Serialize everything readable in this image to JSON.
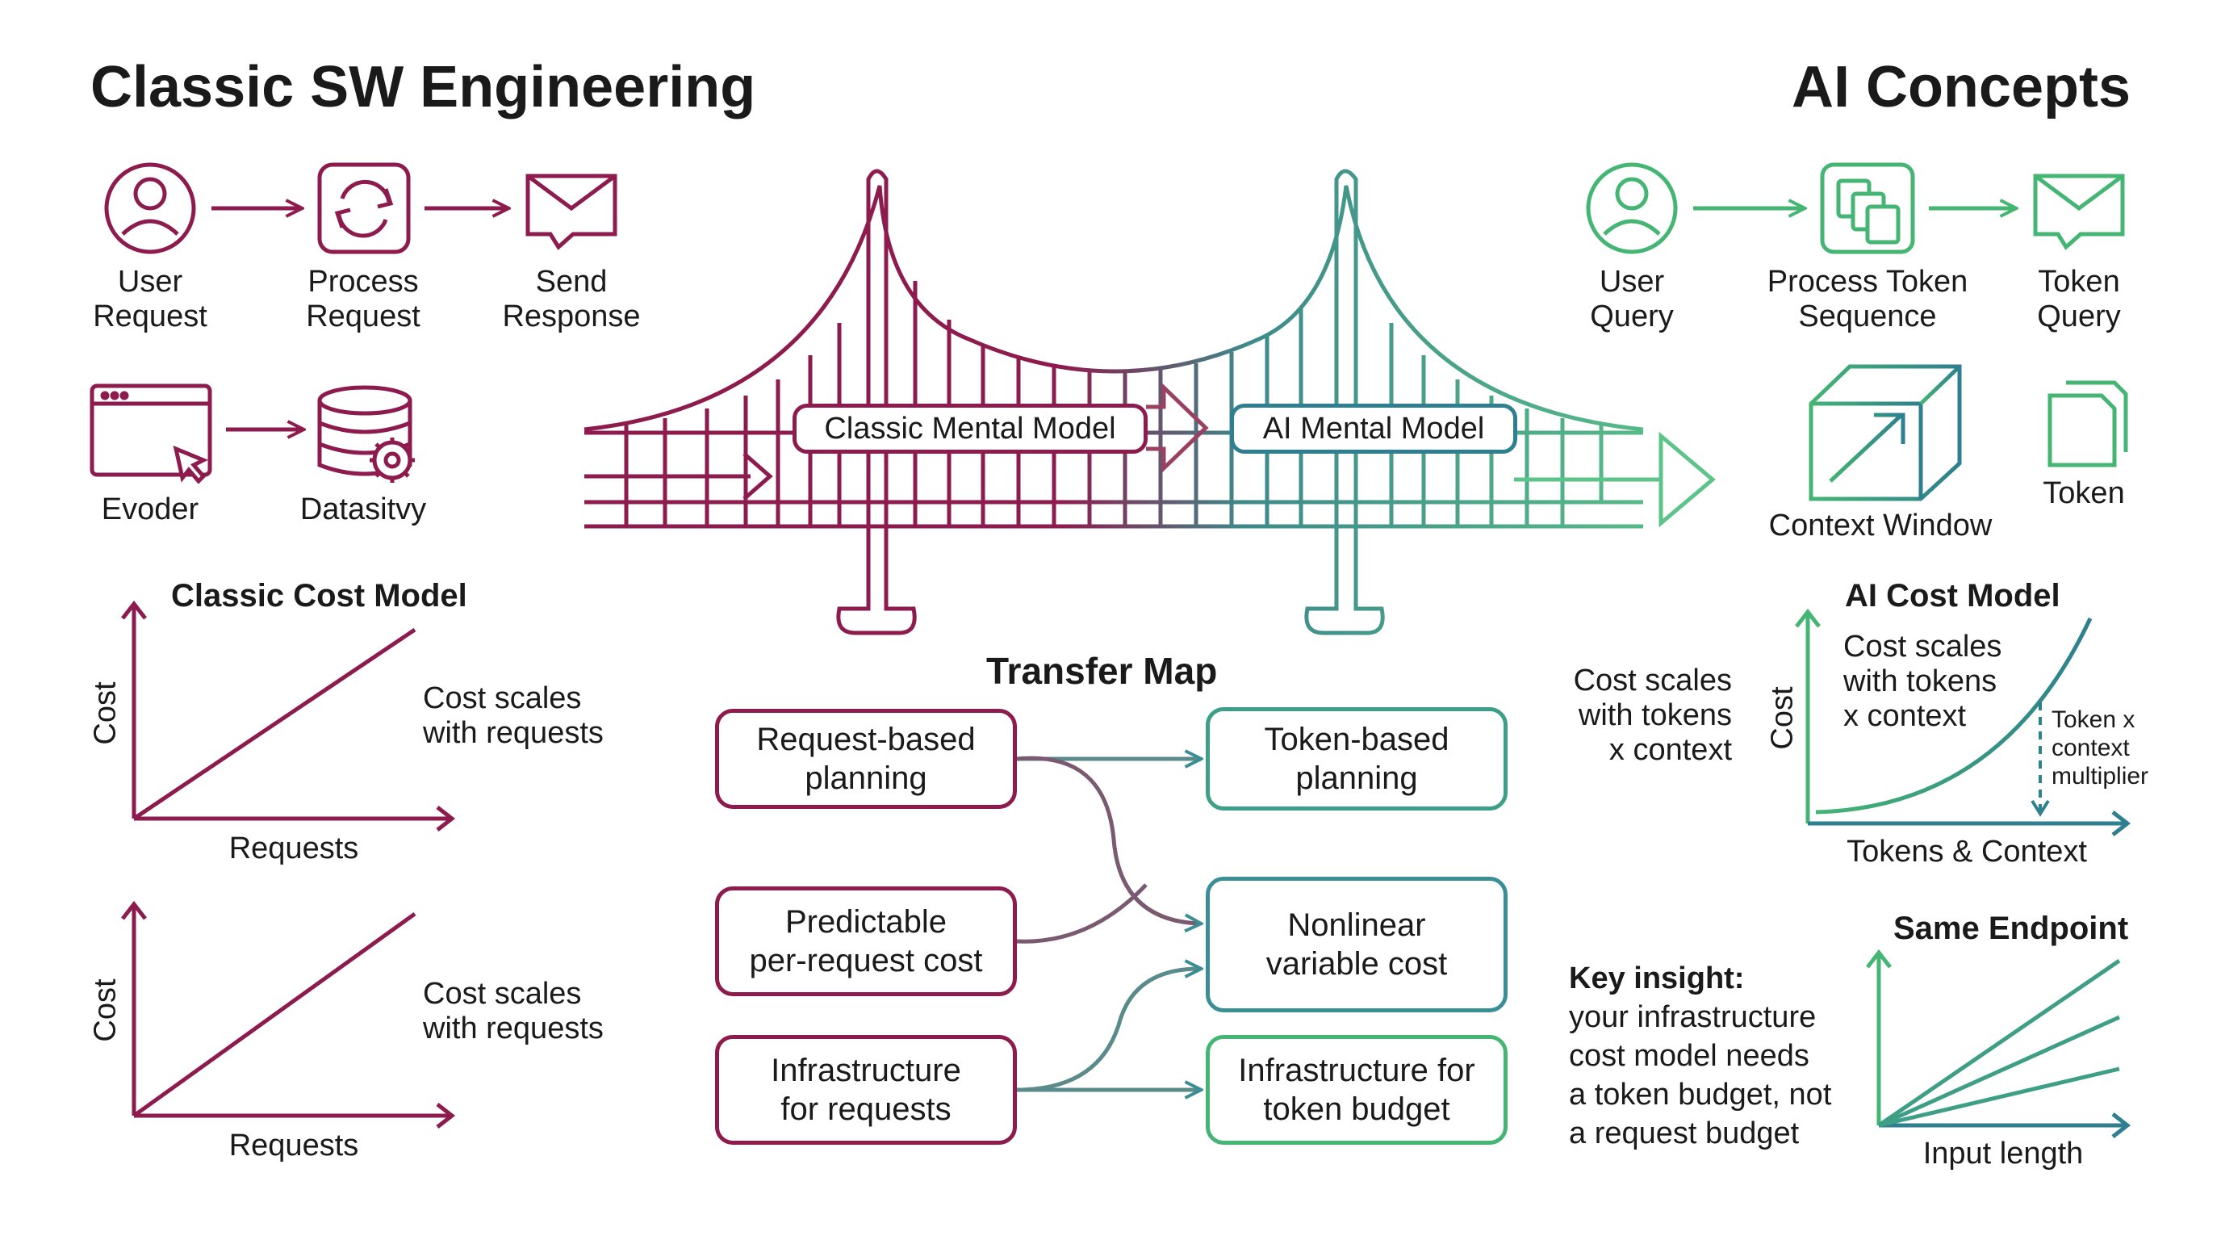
{
  "left_title": "Classic SW Engineering",
  "right_title": "AI Concepts",
  "classic_flow": [
    {
      "icon": "user-icon",
      "label": [
        "User",
        "Request"
      ]
    },
    {
      "icon": "refresh-icon",
      "label": [
        "Process",
        "Request"
      ]
    },
    {
      "icon": "envelope-icon",
      "label": [
        "Send",
        "Response"
      ]
    }
  ],
  "classic_row2": [
    {
      "icon": "browser-window-icon",
      "label": "Evoder"
    },
    {
      "icon": "database-gear-icon",
      "label": "Datasitvy"
    }
  ],
  "ai_flow": [
    {
      "icon": "user-icon",
      "label": [
        "User",
        "Query"
      ]
    },
    {
      "icon": "copy-stack-icon",
      "label": [
        "Process Token",
        "Sequence"
      ]
    },
    {
      "icon": "envelope-icon",
      "label": [
        "Token",
        "Query"
      ]
    }
  ],
  "ai_row2": [
    {
      "icon": "cube-icon",
      "label": "Context Window"
    },
    {
      "icon": "document-stack-icon",
      "label": "Token"
    }
  ],
  "bridge": {
    "classic_pill": "Classic Mental Model",
    "ai_pill": "AI Mental Model"
  },
  "classic_cost_model": {
    "title": "Classic Cost Model",
    "ylabel": "Cost",
    "xlabel": "Requests",
    "note": [
      "Cost scales",
      "with requests"
    ]
  },
  "classic_cost_model_2": {
    "ylabel": "Cost",
    "xlabel": "Requests",
    "note": [
      "Cost scales",
      "with requests"
    ]
  },
  "transfer_map": {
    "title": "Transfer Map",
    "left": [
      [
        "Request-based",
        "planning"
      ],
      [
        "Predictable",
        "per-request cost"
      ],
      [
        "Infrastructure",
        "for requests"
      ]
    ],
    "right": [
      [
        "Token-based",
        "planning"
      ],
      [
        "Nonlinear",
        "variable cost"
      ],
      [
        "Infrastructure for",
        "token budget"
      ]
    ]
  },
  "ai_cost_model": {
    "title": "AI Cost Model",
    "ylabel": "Cost",
    "xlabel": "Tokens & Context",
    "inner_note": [
      "Cost scales",
      "with tokens",
      "x context"
    ],
    "side_note": [
      "Cost scales",
      "with tokens",
      "x context"
    ],
    "multiplier_note": [
      "Token x",
      "context",
      "multiplier"
    ]
  },
  "same_endpoint": {
    "title": "Same Endpoint",
    "xlabel": "Input length"
  },
  "key_insight": {
    "heading": "Key insight:",
    "lines": [
      "your infrastructure",
      "cost model needs",
      "a token budget, not",
      "a request budget"
    ]
  },
  "colors": {
    "classic": "#8e1b4e",
    "ai_green": "#44b573",
    "ai_teal": "#2e7f8f"
  }
}
